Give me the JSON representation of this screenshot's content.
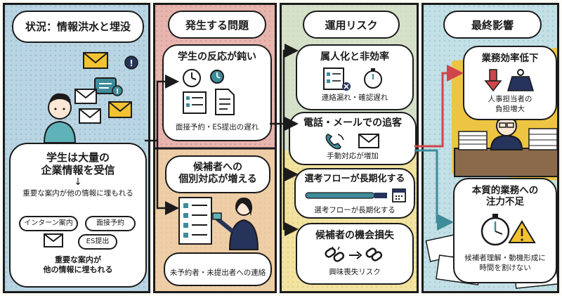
{
  "panels": {
    "situation": {
      "title": "状況：情報洪水と埋没",
      "main_bubble": {
        "line1": "学生は大量の",
        "line2": "企業情報を受信"
      },
      "sub_text": "重要な案内が他の情報に埋もれる",
      "tags": [
        "インターン案内",
        "面接予約",
        "ES提出"
      ],
      "footer": {
        "line1": "重要な案内が",
        "line2": "他の情報に埋もれる"
      }
    },
    "problems": {
      "title": "発生する問題",
      "problem1": {
        "title": "学生の反応が鈍い",
        "caption": "面接予約・ES提出の遅れ"
      },
      "problem2": {
        "line1": "候補者への",
        "line2": "個別対応が増える",
        "caption": "未予約者・未提出者への連絡"
      }
    },
    "risks": {
      "title": "運用リスク",
      "items": [
        {
          "title": "属人化と非効率",
          "caption": "連絡漏れ・確認遅れ"
        },
        {
          "title": "電話・メールでの追客",
          "caption": "手動対応が増加"
        },
        {
          "title": "選考フローが長期化する",
          "caption": "選考フローが長期化する"
        },
        {
          "title": "候補者の機会損失",
          "caption": "興味喪失リスク"
        }
      ]
    },
    "impact": {
      "title": "最終影響",
      "impact1": {
        "title": "業務効率低下",
        "caption_line1": "人事担当者の",
        "caption_line2": "負担増大"
      },
      "impact2": {
        "line1": "本質的業務への",
        "line2": "注力不足",
        "caption_line1": "候補者理解・動機形成に",
        "caption_line2": "時間を割けない"
      }
    }
  },
  "colors": {
    "panel_blue": "#b9d5e3",
    "panel_pink": "#e8b4ae",
    "panel_yellow": "#f2e3a1",
    "panel_sky": "#c3e0e6",
    "accent_teal": "#3e8b9a",
    "accent_red": "#d0454a",
    "accent_yellow": "#f2c230",
    "accent_navy": "#26335a"
  },
  "icons": [
    "notification-icon",
    "mail-icon",
    "clock-icon",
    "document-icon",
    "checklist-icon",
    "phone-icon",
    "calendar-icon",
    "broken-link-icon",
    "link-icon",
    "down-arrow-icon",
    "weight-icon",
    "stopwatch-icon",
    "warning-icon"
  ]
}
